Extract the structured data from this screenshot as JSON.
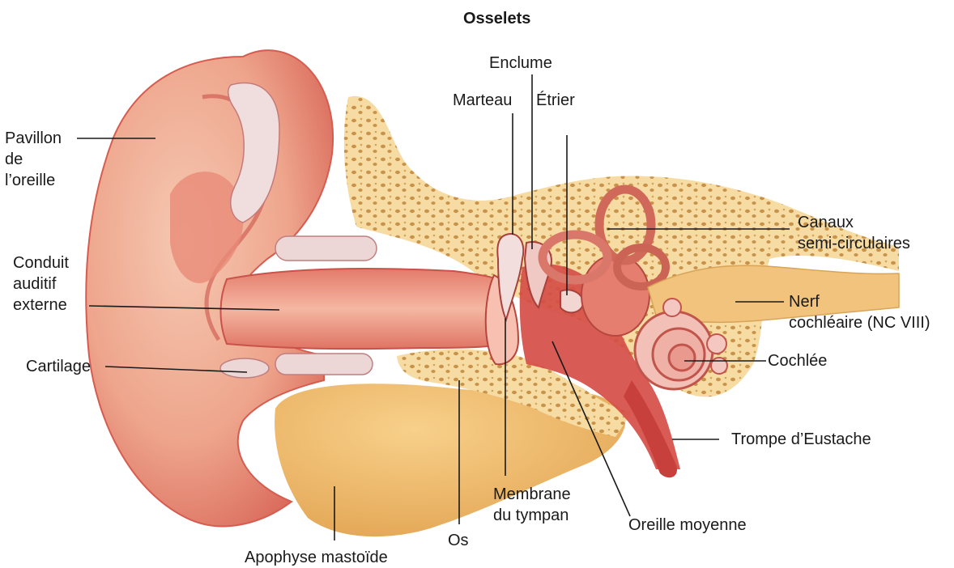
{
  "title": "Osselets",
  "labels": {
    "pavillon": [
      "Pavillon",
      "de",
      "l’oreille"
    ],
    "conduit": [
      "Conduit",
      "auditif",
      "externe"
    ],
    "cartilage": "Cartilage",
    "apophyse": "Apophyse mastoïde",
    "os": "Os",
    "membrane": [
      "Membrane",
      "du tympan"
    ],
    "oreille_moyenne": "Oreille moyenne",
    "trompe": "Trompe d’Eustache",
    "cochlee": "Cochlée",
    "nerf": [
      "Nerf",
      "cochléaire (NC VIII)"
    ],
    "canaux": [
      "Canaux",
      "semi-circulaires"
    ],
    "marteau": "Marteau",
    "enclume": "Enclume",
    "etrier": "Étrier"
  },
  "colors": {
    "skin": "#f2b29a",
    "skin_dark": "#d9584c",
    "cartilage": "#e9cfcf",
    "bone": "#f3d79c",
    "bone_dot": "#d3a45a",
    "mastoid": "#efb86a",
    "nerve": "#f1c27a",
    "leader": "#1a1a1a"
  }
}
